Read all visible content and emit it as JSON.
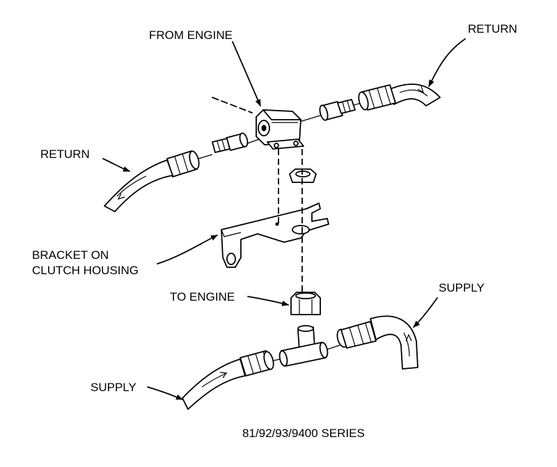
{
  "labels": {
    "from_engine": "FROM ENGINE",
    "return_right": "RETURN",
    "return_left": "RETURN",
    "bracket_line1": "BRACKET ON",
    "bracket_line2": "CLUTCH HOUSING",
    "to_engine": "TO ENGINE",
    "supply_right": "SUPPLY",
    "supply_left": "SUPPLY"
  },
  "caption": "81/92/93/9400 SERIES",
  "colors": {
    "ink": "#000000",
    "background": "#ffffff"
  }
}
